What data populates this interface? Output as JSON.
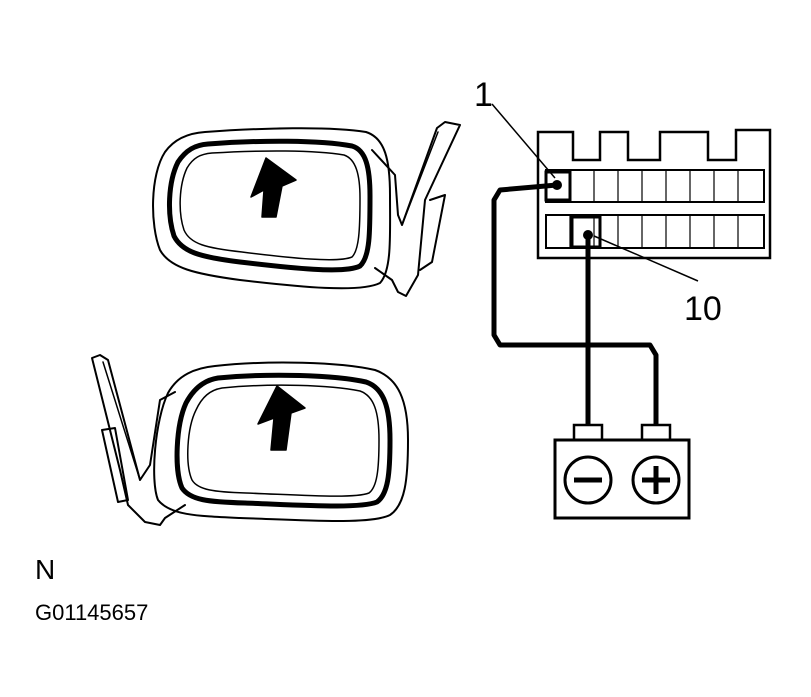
{
  "labels": {
    "pin_1": "1",
    "pin_10": "10",
    "view_letter": "N",
    "figure_id": "G01145657"
  },
  "colors": {
    "line": "#000000",
    "background": "#ffffff"
  },
  "icons": {
    "arrow": "up-arrow-icon",
    "minus": "minus-terminal-icon",
    "plus": "plus-terminal-icon"
  }
}
